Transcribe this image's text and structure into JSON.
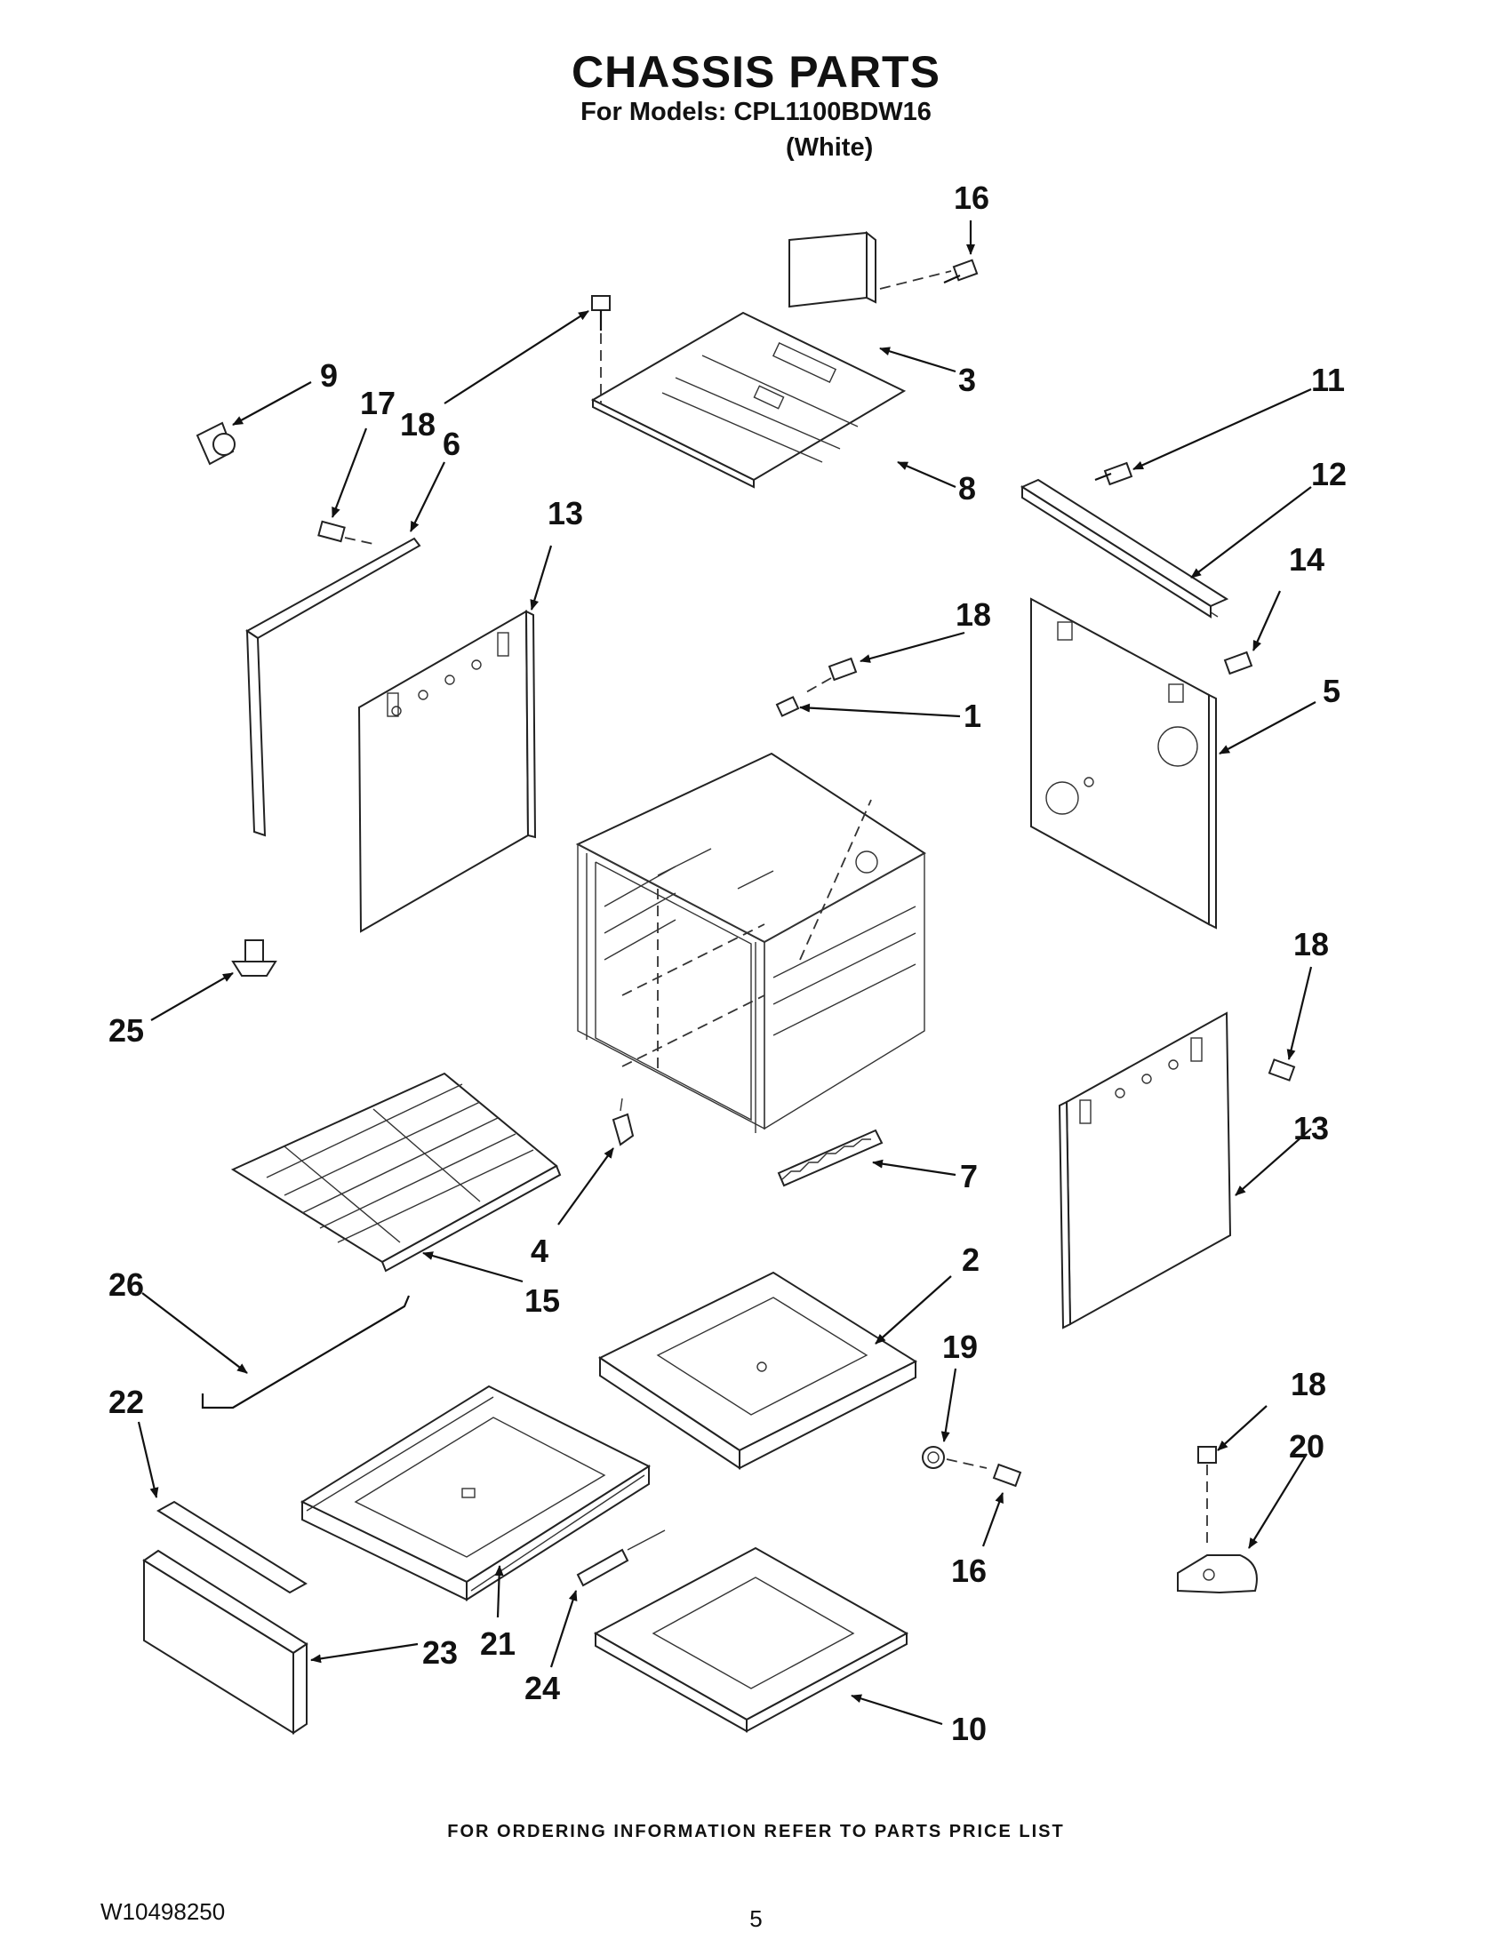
{
  "header": {
    "title": "CHASSIS PARTS",
    "models": "For Models: CPL1100BDW16",
    "color": "(White)"
  },
  "footer": {
    "note": "FOR ORDERING INFORMATION REFER TO PARTS PRICE LIST",
    "doc_number": "W10498250",
    "page": "5"
  },
  "callouts": {
    "c1": "1",
    "c2": "2",
    "c3": "3",
    "c4": "4",
    "c5": "5",
    "c6": "6",
    "c7": "7",
    "c8": "8",
    "c9": "9",
    "c10": "10",
    "c11": "11",
    "c12": "12",
    "c13a": "13",
    "c13b": "13",
    "c14": "14",
    "c15": "15",
    "c16a": "16",
    "c16b": "16",
    "c17": "17",
    "c18a": "18",
    "c18b": "18",
    "c18c": "18",
    "c18d": "18",
    "c19": "19",
    "c20": "20",
    "c21": "21",
    "c22": "22",
    "c23": "23",
    "c24": "24",
    "c25": "25",
    "c26": "26"
  }
}
